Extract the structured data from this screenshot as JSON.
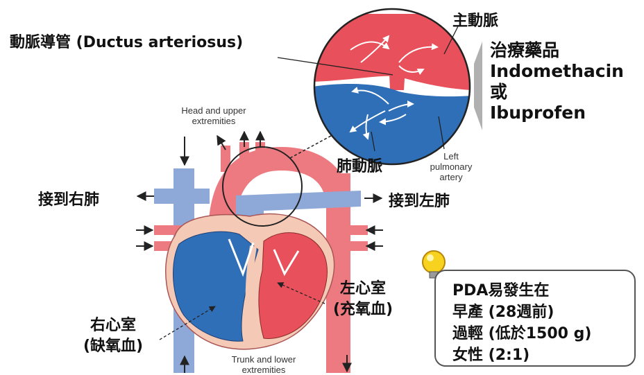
{
  "labels": {
    "ductus": "動脈導管 (Ductus arteriosus)",
    "aorta": "主動脈",
    "pulmonary_artery": "肺動脈",
    "left_pulmonary_artery": [
      "Left",
      "pulmonary",
      "artery"
    ],
    "head_upper": [
      "Head and upper",
      "extremities"
    ],
    "trunk_lower": [
      "Trunk and lower",
      "extremities"
    ],
    "to_right_lung": "接到右肺",
    "to_left_lung": "接到左肺",
    "right_ventricle": [
      "右心室",
      "(缺氧血)"
    ],
    "left_ventricle": [
      "左心室",
      "(充氧血)"
    ]
  },
  "treatment": {
    "title": "治療藥品",
    "drug1": "Indomethacin",
    "connector": "或",
    "drug2": "Ibuprofen"
  },
  "info_box": {
    "line1": "PDA易發生在",
    "line2": "早產 (28週前)",
    "line3": "過輕 (低於1500 g)",
    "line4": "女性 (2:1)"
  },
  "colors": {
    "oxygenated": "#e8505b",
    "deoxygenated": "#2f6fb8",
    "vessel_blue": "#8ea9d8",
    "vessel_red": "#ec7a80",
    "bulb": "#f7d21e"
  }
}
